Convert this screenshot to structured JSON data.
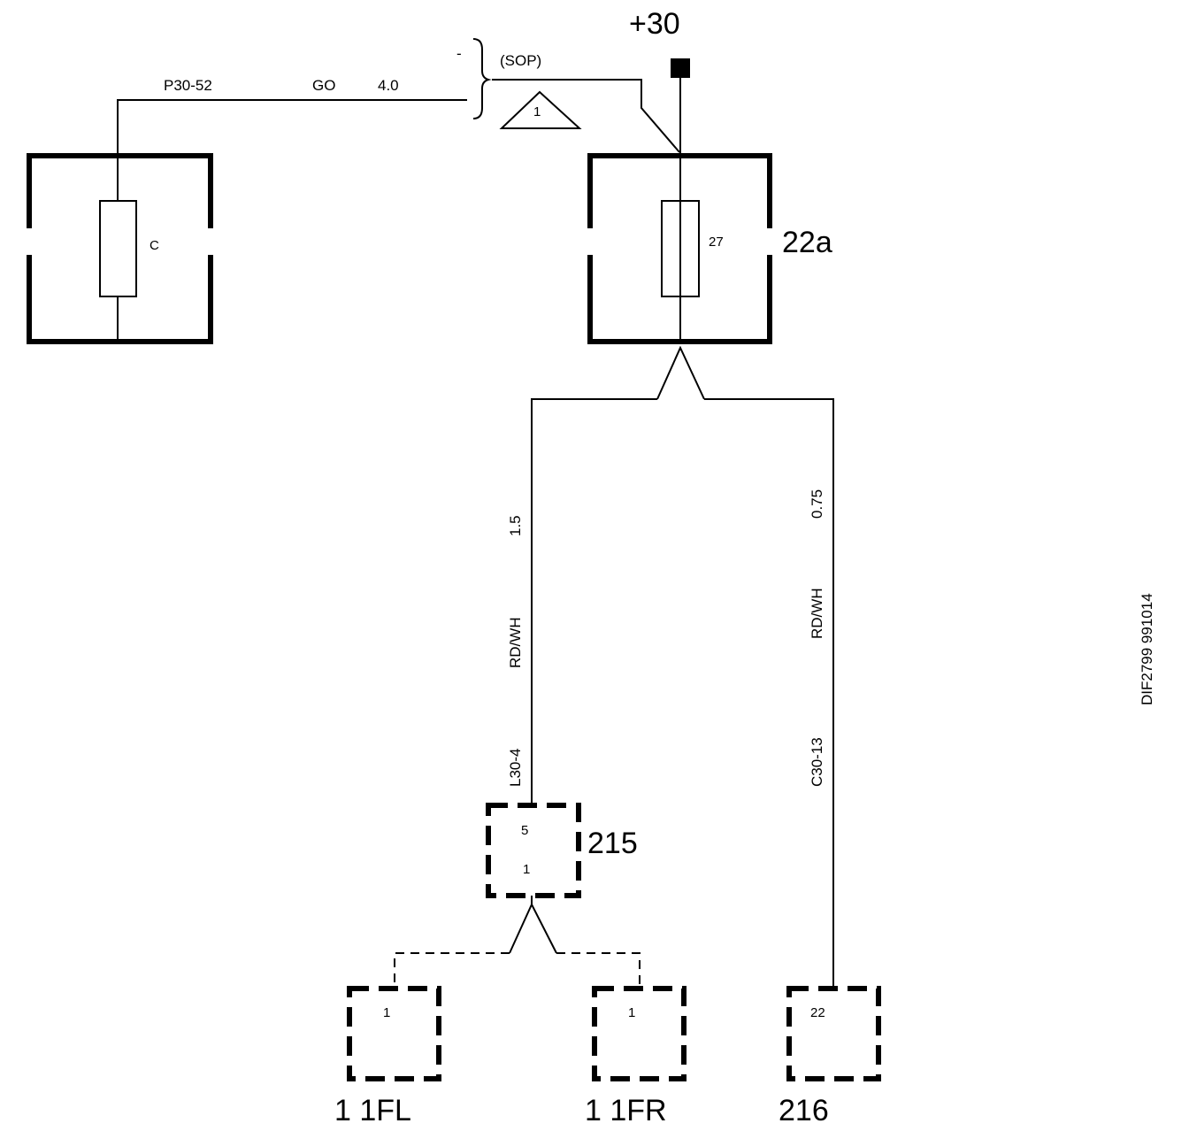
{
  "supply": {
    "label": "+30"
  },
  "bracket": {
    "minus": "-",
    "sop": "(SOP)",
    "triangle_note": "1"
  },
  "wire_top": {
    "circuit": "P30-52",
    "color": "GO",
    "size": "4.0"
  },
  "fuse_left": {
    "number": "C"
  },
  "fuse_right": {
    "number": "27",
    "component": "22a"
  },
  "wire_left": {
    "size": "1.5",
    "color": "RD/WH",
    "circuit": "L30-4"
  },
  "wire_right": {
    "size": "0.75",
    "color": "RD/WH",
    "circuit": "C30-13"
  },
  "connector_215": {
    "name": "215",
    "pin_top": "5",
    "pin_bottom": "1"
  },
  "connector_11fl": {
    "name": "1 1FL",
    "pin": "1"
  },
  "connector_11fr": {
    "name": "1 1FR",
    "pin": "1"
  },
  "connector_216": {
    "name": "216",
    "pin": "22"
  },
  "reference": "DIF2799 991014"
}
